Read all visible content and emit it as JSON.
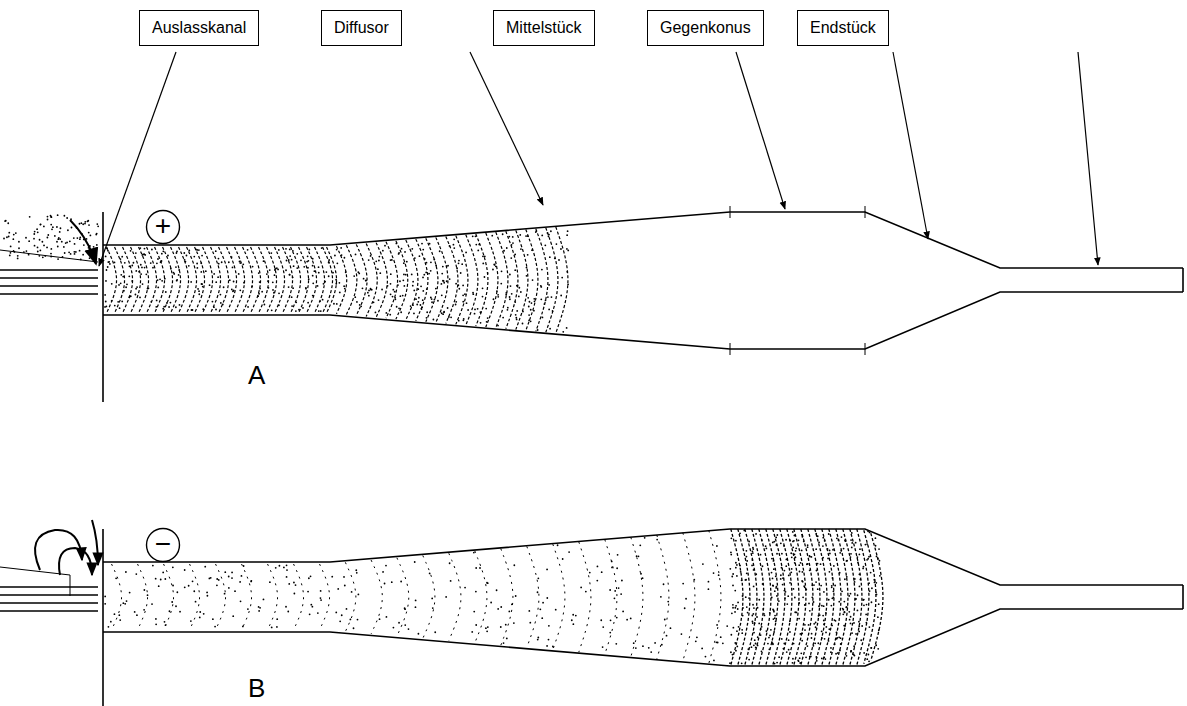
{
  "diagram": {
    "nodes": [
      {
        "text": [
          "Auslasskanal"
        ]
      },
      {
        "text": [
          "Diffusor"
        ]
      },
      {
        "text": [
          "Mittelstück"
        ]
      },
      {
        "text": [
          "Gegenkonus"
        ]
      },
      {
        "text": [
          "Endstück"
        ]
      },
      {
        "text": [
          "+"
        ]
      },
      {
        "text": [
          "−"
        ]
      }
    ],
    "labels": [
      "A",
      "B"
    ]
  }
}
